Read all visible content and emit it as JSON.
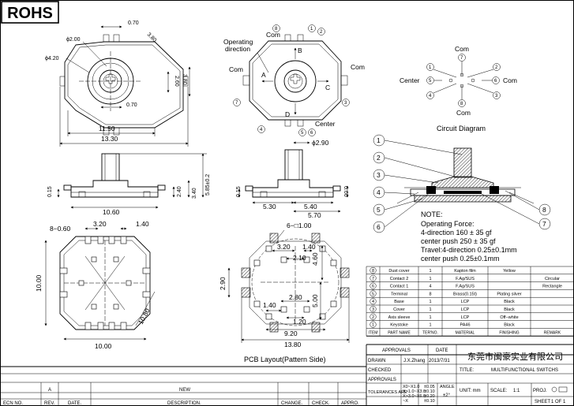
{
  "rohs": "ROHS",
  "top_view": {
    "dims": {
      "d070_top": "0.70",
      "d380_diag": "3.80",
      "d200": "ϕ2.00",
      "d420": "ϕ4.20",
      "d260": "2.60",
      "d380": "3.80",
      "d070_mid": "0.70",
      "d1150": "11.50",
      "d1330": "13.30"
    }
  },
  "ports": {
    "operating_direction": "Operating direction",
    "com": "Com",
    "com_left": "Com",
    "com_right": "Com",
    "center": "Center",
    "dir_a": "A",
    "dir_b": "B",
    "dir_c": "C",
    "dir_d": "D",
    "n1": "1",
    "n2": "2",
    "n3": "3",
    "n4": "4",
    "n5": "5",
    "n6": "6",
    "n7": "7",
    "n8": "8"
  },
  "circuit": {
    "title": "Circuit Diagram",
    "com_top": "Com",
    "com_bottom": "Com",
    "center": "Center",
    "com_right": "Com",
    "n1": "1",
    "n2": "2",
    "n3": "3",
    "n4": "4",
    "n5": "5",
    "n6": "6",
    "n7": "7",
    "n8": "8"
  },
  "side_view": {
    "d015": "0.15",
    "d1060": "10.60",
    "d240": "2.40",
    "d340": "3.40",
    "d585": "5.85±0.2"
  },
  "side_view2": {
    "d290": "ϕ2.90",
    "d015": "0.15",
    "d060": "0.60",
    "d530": "5.30",
    "d540": "5.40",
    "d570": "5.70"
  },
  "section": {
    "n1": "1",
    "n2": "2",
    "n3": "3",
    "n4": "4",
    "n5": "5",
    "n6": "6",
    "n7": "7",
    "n8": "8"
  },
  "note": {
    "title": "NOTE:",
    "l1": "Operating Force:",
    "l2": "4-direction 160 ± 35 gf",
    "l3": "center push 250 ± 35 gf",
    "l4": "Travel:4-direction 0.25±0.1mm",
    "l5": "center push 0.25±0.1mm"
  },
  "bottom_view": {
    "d860": "8−0.60",
    "d320": "3.20",
    "d140": "1.40",
    "d1000": "10.00",
    "d1000b": "10.00",
    "d1080": "10.80"
  },
  "pcb": {
    "title": "PCB Layout(Pattern Side)",
    "d6100": "6−□1.00",
    "d320": "3.20",
    "d140": "1.40",
    "d210": "2.10",
    "d460": "4.60",
    "d290": "2.90",
    "d280": "2.80",
    "d500": "5.00",
    "d140b": "1.40",
    "d120": "1.20",
    "d920": "9.20",
    "d1380": "13.80"
  },
  "bom": {
    "headers": [
      "ITEM",
      "PART NAME",
      "TER'NO.",
      "MATERIAL",
      "FINISHING",
      "REMARK"
    ],
    "rows": [
      {
        "item": "8",
        "name": "Dust cover",
        "qty": "1",
        "mat": "Kapton film",
        "fin": "Yellow",
        "rem": ""
      },
      {
        "item": "7",
        "name": "Contact 2",
        "qty": "1",
        "mat": "F.Ag/SUS",
        "fin": "",
        "rem": "Circular"
      },
      {
        "item": "6",
        "name": "Contact 1",
        "qty": "4",
        "mat": "F.Ag/SUS",
        "fin": "",
        "rem": "Rectangle"
      },
      {
        "item": "5",
        "name": "Terminal",
        "qty": "8",
        "mat": "Brass(0.15t)",
        "fin": "Plating silver",
        "rem": ""
      },
      {
        "item": "4",
        "name": "Base",
        "qty": "1",
        "mat": "LCP",
        "fin": "Black",
        "rem": ""
      },
      {
        "item": "3",
        "name": "Cover",
        "qty": "1",
        "mat": "LCP",
        "fin": "Black",
        "rem": ""
      },
      {
        "item": "2",
        "name": "Axis sleeve",
        "qty": "1",
        "mat": "LCP",
        "fin": "Off−white",
        "rem": ""
      },
      {
        "item": "1",
        "name": "Keystoke",
        "qty": "1",
        "mat": "PA46",
        "fin": "Black",
        "rem": ""
      }
    ]
  },
  "title_block": {
    "approvals": "APPROVALS",
    "date": "DATE",
    "company": "东莞市闽豪实业有限公司",
    "drawn": "DRAWN",
    "drawn_name": "J.X.Zhang",
    "drawn_date": "2013/7/31",
    "checked": "CHECKED",
    "title_label": "TITLE:",
    "title_val": "MULTIFUNCTIONAL SWITCHS",
    "approvals2": "APPROVALS",
    "tolerances": "TOLERANCES ARE",
    "tol1": "X0~X1.0",
    "tol1v": "±0.05",
    "tol2": "X>1.0~X3.0",
    "tol2v": "±0.10",
    "tol3": "X>3.0~X6.0",
    "tol3v": "±0.20",
    "tol4": "~X",
    "tol4v": "±0.10",
    "angle": "ANGLE",
    "angle_val": "±2°",
    "unit": "UNIT: mm",
    "scale": "SCALE:",
    "scale_val": "1:1",
    "proj": "PROJ.",
    "sheet": "SHEET",
    "sheet_val": "1 OF 1"
  },
  "revision": {
    "ecn": "ECN NO.",
    "rev": "REV.",
    "date": "DATE.",
    "desc": "DESCRIPTION.",
    "change": "CHANGE.",
    "check": "CHECK.",
    "appro": "APPRO.",
    "rev_val": "A",
    "desc_val": "NEW"
  }
}
